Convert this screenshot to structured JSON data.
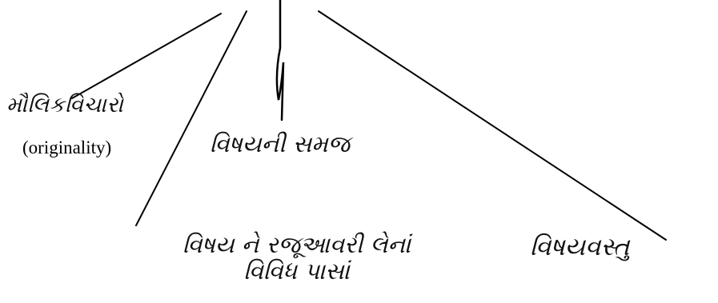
{
  "diagram": {
    "branches": [
      {
        "label": "મૌલિકવિચારો",
        "sublabel": "(originality)"
      },
      {
        "label": "વિષયની સમજ"
      },
      {
        "label_lines": [
          "વિષય ને રજૂઆવરી લેનાં",
          "વિવિધ પાસાં"
        ]
      },
      {
        "label": "વિષયવસ્તુ"
      }
    ],
    "colors": {
      "ink": "#000000",
      "background": "#ffffff"
    }
  }
}
